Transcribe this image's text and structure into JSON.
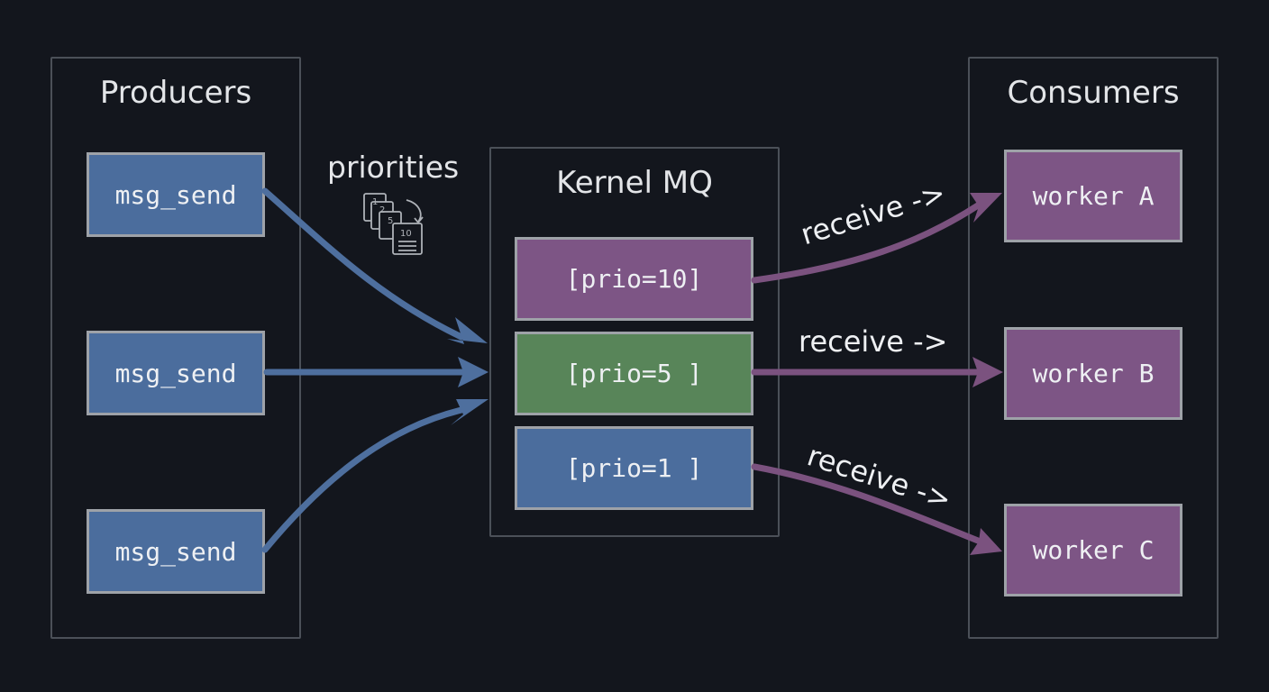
{
  "producers": {
    "title": "Producers",
    "items": [
      "msg_send",
      "msg_send",
      "msg_send"
    ]
  },
  "queue": {
    "title": "Kernel MQ",
    "items": [
      "[prio=10]",
      "[prio=5 ]",
      "[prio=1 ]"
    ]
  },
  "consumers": {
    "title": "Consumers",
    "items": [
      "worker A",
      "worker B",
      "worker C"
    ]
  },
  "labels": {
    "priorities": "priorities",
    "priority_icon_numbers": [
      "1",
      "2",
      "5",
      "10"
    ],
    "receive": [
      "receive ->",
      "receive ->",
      "receive ->"
    ]
  },
  "colors": {
    "background": "#13161d",
    "producer_arrow": "#4e6f9e",
    "consumer_arrow": "#7b527f",
    "prio_high": "#7d5585",
    "prio_mid": "#588559",
    "prio_low": "#4b6d9d"
  }
}
